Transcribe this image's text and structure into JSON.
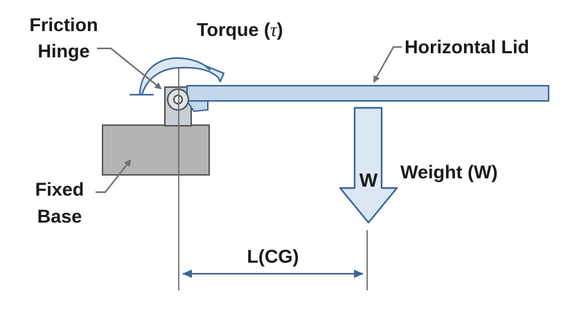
{
  "labels": {
    "friction_hinge_line1": "Friction",
    "friction_hinge_line2": "Hinge",
    "torque_prefix": "Torque (",
    "torque_symbol": "τ",
    "torque_suffix": ")",
    "horizontal_lid": "Horizontal Lid",
    "weight_arrow_letter": "W",
    "weight": "Weight (W)",
    "fixed_base_line1": "Fixed",
    "fixed_base_line2": "Base",
    "lever_arm": "L(CG)"
  },
  "colors": {
    "lid_fill": "#c4d6ea",
    "lid_stroke": "#3c6697",
    "arrow_fill": "#dbe7f3",
    "base_fill": "#b4b4b4",
    "base_stroke": "#555555",
    "hinge_fill": "#c7ced6",
    "leader_gray": "#6f6f6f",
    "dimension_blue": "#3c6697",
    "text": "#1a1a1a"
  }
}
